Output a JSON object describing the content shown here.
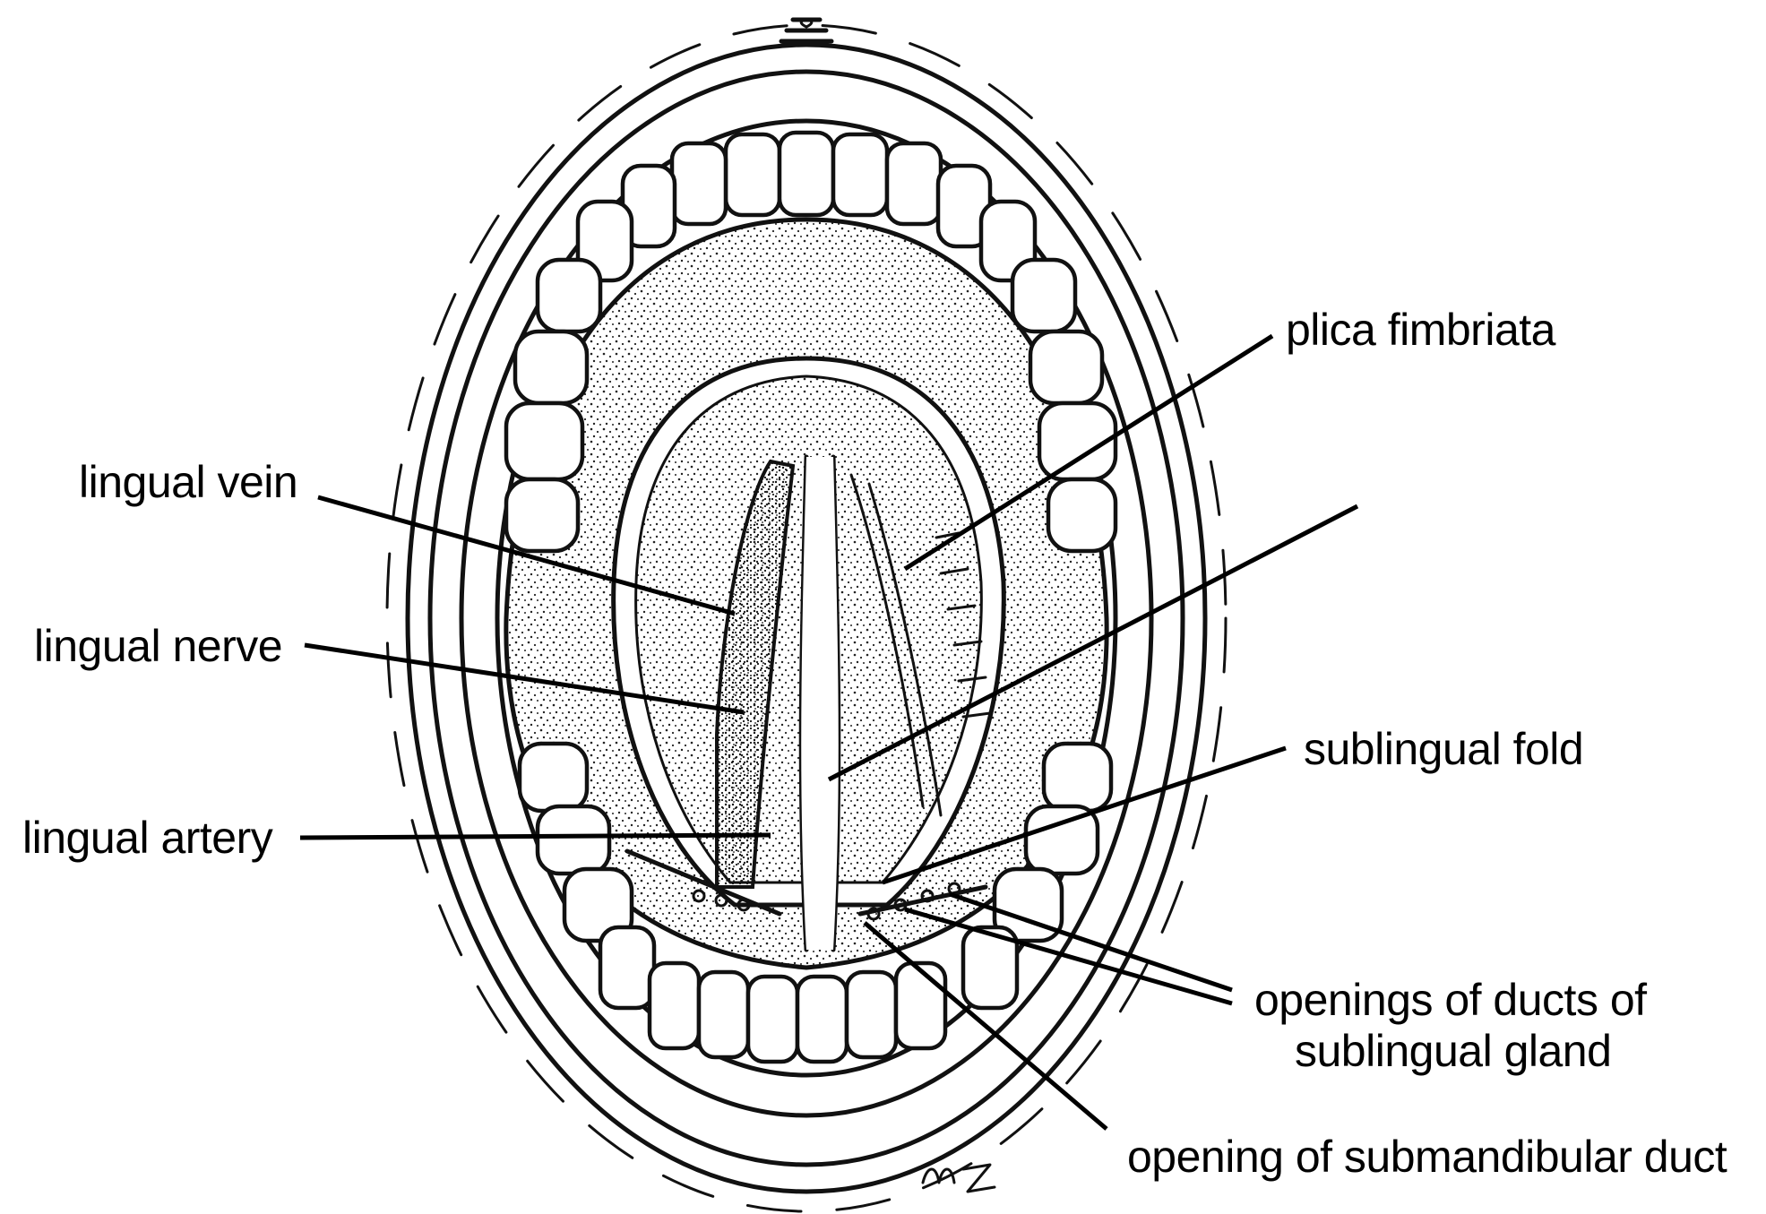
{
  "diagram": {
    "subject": "floor of mouth / underside of tongue",
    "artist_mark": "MZ",
    "labels": {
      "lingual_vein": "lingual vein",
      "lingual_nerve": "lingual nerve",
      "lingual_artery": "lingual artery",
      "plica_fimbriata": "plica fimbriata",
      "sublingual_fold": "sublingual fold",
      "openings_ducts_line1": "openings of ducts of",
      "openings_ducts_line2": "sublingual gland",
      "submandibular_duct": "opening of submandibular duct"
    },
    "colors": {
      "ink": "#111111",
      "background": "#ffffff"
    }
  }
}
